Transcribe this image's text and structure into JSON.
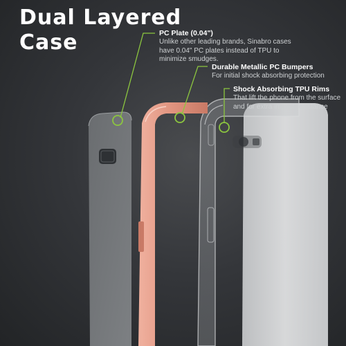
{
  "heading": {
    "line1": "Dual Layered",
    "line2": "Case"
  },
  "callouts": [
    {
      "title": "PC Plate (0.04\")",
      "lines": [
        "Unlike other leading brands, Sinabro cases",
        "have 0.04\" PC plates instead of TPU to",
        "minimize smudges."
      ]
    },
    {
      "title": "Durable Metallic PC Bumpers",
      "lines": [
        "For initial shock absorbing protection"
      ]
    },
    {
      "title": "Shock Absorbing TPU Rims",
      "lines": [
        "That lift the phone from the surface",
        "and for extra impact resistance"
      ]
    }
  ],
  "colors": {
    "accent_green": "#8cc63f",
    "bumper_rose": "#e0937e",
    "title_white": "#ffffff"
  },
  "icons": [
    "callout-circle-icon",
    "camera-cutout-icon"
  ]
}
